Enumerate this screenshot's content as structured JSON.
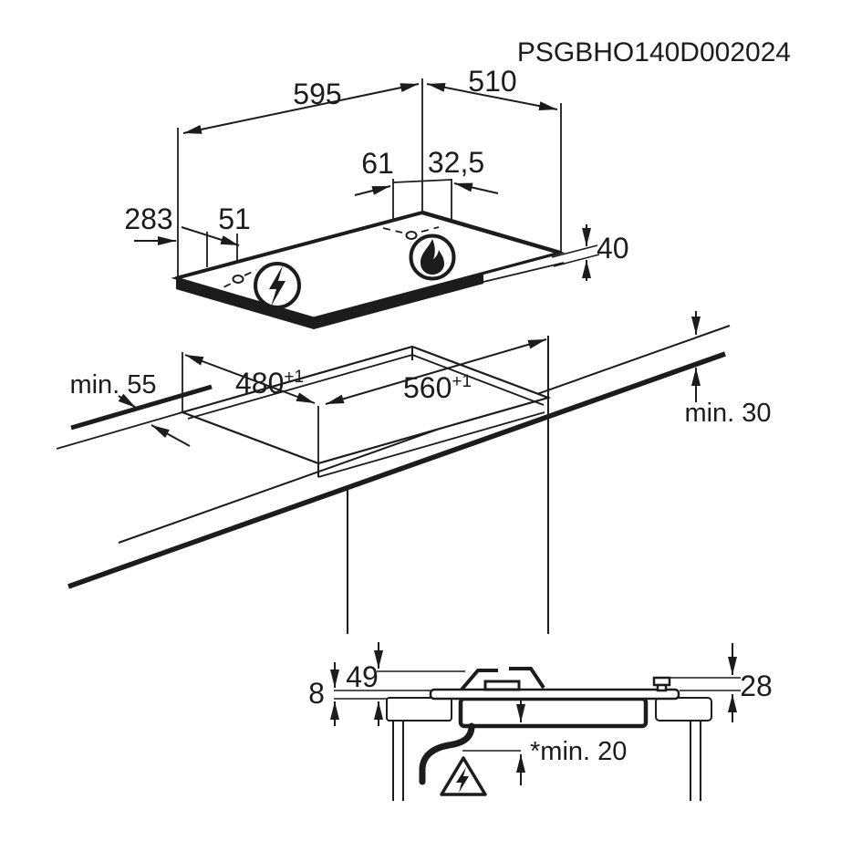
{
  "title": "PSGBHO140D002024",
  "colors": {
    "ink": "#1c1c1c",
    "background": "#ffffff"
  },
  "hob_top_view": {
    "width": "595",
    "depth": "510",
    "burner_to_center": "61",
    "burner_to_edge": "32,5",
    "ignition_offset": "283",
    "ignition_to_edge": "51",
    "hob_height": "40",
    "electric_icon": "lightning-in-circle",
    "gas_icon": "flame-in-circle"
  },
  "worktop_cutout_view": {
    "rear_clearance": "min. 55",
    "cutout_depth": "480",
    "cutout_depth_tolerance": "+1",
    "cutout_width": "560",
    "cutout_width_tolerance": "+1",
    "worktop_thickness": "min. 30"
  },
  "side_section_view": {
    "glass_above_worktop": "8",
    "height_above_worktop": "49",
    "knob_above_glass": "28",
    "clearance_below": "*min. 20",
    "warning_icon": "electric-hazard-triangle"
  }
}
